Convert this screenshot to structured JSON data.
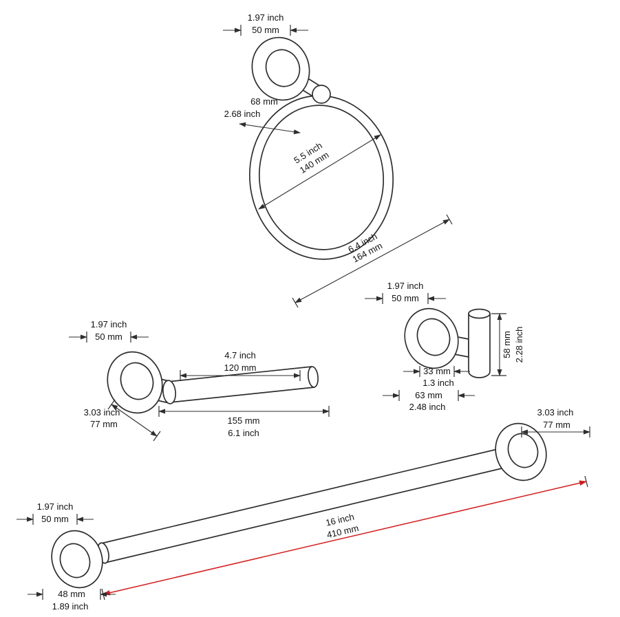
{
  "colors": {
    "line": "#2e2e2e",
    "text": "#121212",
    "highlight": "#d51a1a",
    "background": "#ffffff"
  },
  "towel_ring": {
    "mount_width": {
      "inch": "1.97 inch",
      "mm": "50 mm"
    },
    "projection": {
      "inch": "2.68 inch",
      "mm": "68 mm"
    },
    "inner_diameter": {
      "inch": "5.5 inch",
      "mm": "140 mm"
    },
    "overall": {
      "inch": "6.4 inch",
      "mm": "164 mm"
    }
  },
  "paper_holder": {
    "mount_width": {
      "inch": "1.97 inch",
      "mm": "50 mm"
    },
    "roller_length": {
      "inch": "4.7 inch",
      "mm": "120 mm"
    },
    "overall_length": {
      "inch": "6.1 inch",
      "mm": "155 mm"
    },
    "projection": {
      "inch": "3.03 inch",
      "mm": "77 mm"
    }
  },
  "robe_hook": {
    "mount_width": {
      "inch": "1.97 inch",
      "mm": "50 mm"
    },
    "height": {
      "inch": "2.28 inch",
      "mm": "58 mm"
    },
    "hook_offset": {
      "inch": "1.3 inch",
      "mm": "33 mm"
    },
    "projection": {
      "inch": "2.48 inch",
      "mm": "63 mm"
    }
  },
  "towel_bar": {
    "projection": {
      "inch": "3.03 inch",
      "mm": "77 mm"
    },
    "mount_width": {
      "inch": "1.97 inch",
      "mm": "50 mm"
    },
    "bar_length": {
      "inch": "16 inch",
      "mm": "410 mm"
    },
    "mount_height": {
      "inch": "1.89 inch",
      "mm": "48 mm"
    }
  }
}
